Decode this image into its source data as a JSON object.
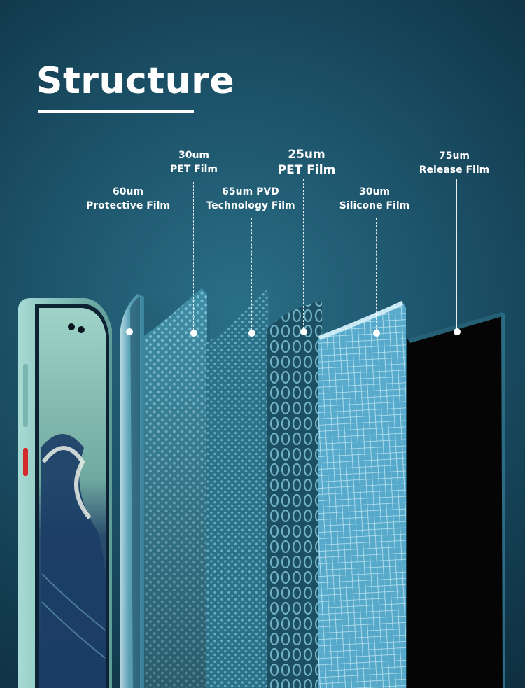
{
  "title": "Structure",
  "layers": [
    {
      "name": "protective-film",
      "thickness": "60um",
      "label": "Protective Film"
    },
    {
      "name": "pet-film-30",
      "thickness": "30um",
      "label": "PET Film"
    },
    {
      "name": "pvd-film",
      "thickness": "65um PVD",
      "label": "Technology Film"
    },
    {
      "name": "pet-film-25",
      "thickness": "25um",
      "label": "PET Film"
    },
    {
      "name": "silicone-film",
      "thickness": "30um",
      "label": "Silicone Film"
    },
    {
      "name": "release-film",
      "thickness": "75um",
      "label": "Release Film"
    }
  ],
  "colors": {
    "background": "#1c5269",
    "phone_body": "#8cc6c0",
    "text": "#ffffff",
    "film": "#6fb6cc",
    "release_film": "#050505",
    "button_accent": "#d42a2a"
  }
}
